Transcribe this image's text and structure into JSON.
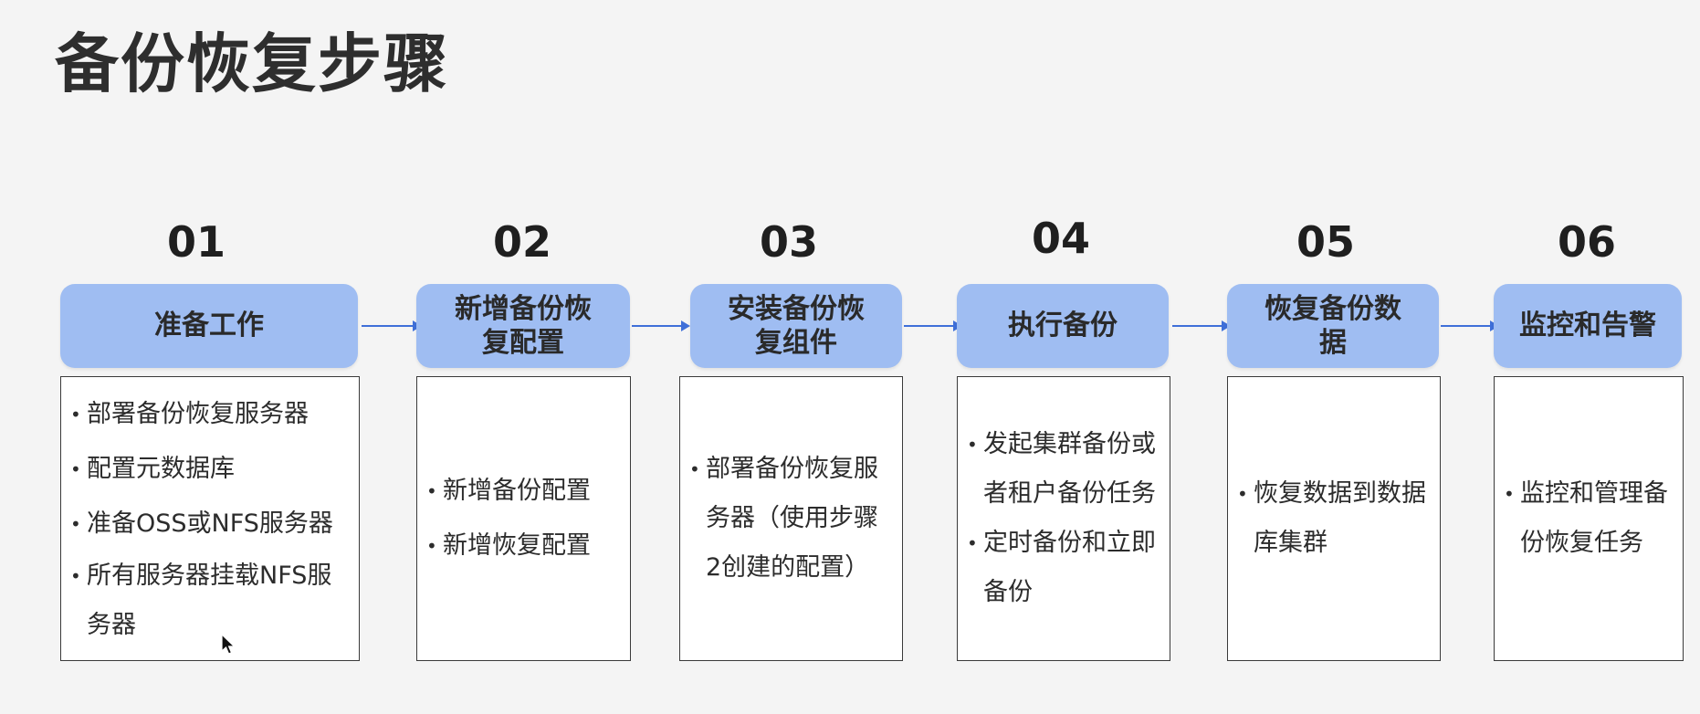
{
  "title": "备份恢复步骤",
  "steps": [
    {
      "number": "01",
      "header_lines": [
        "准备工作"
      ],
      "items": [
        "部署备份恢复服务器",
        "配置元数据库",
        "准备OSS或NFS服务器",
        "所有服务器挂载NFS服务器"
      ]
    },
    {
      "number": "02",
      "header_lines": [
        "新增备份恢",
        "复配置"
      ],
      "items": [
        "新增备份配置",
        "新增恢复配置"
      ]
    },
    {
      "number": "03",
      "header_lines": [
        "安装备份恢",
        "复组件"
      ],
      "items": [
        "部署备份恢复服务器（使用步骤2创建的配置）"
      ]
    },
    {
      "number": "04",
      "header_lines": [
        "执行备份"
      ],
      "items": [
        "发起集群备份或者租户备份任务",
        "定时备份和立即备份"
      ]
    },
    {
      "number": "05",
      "header_lines": [
        "恢复备份数",
        "据"
      ],
      "items": [
        "恢复数据到数据库集群"
      ]
    },
    {
      "number": "06",
      "header_lines": [
        "监控和告警"
      ],
      "items": [
        "监控和管理备份恢复任务"
      ]
    }
  ],
  "colors": {
    "header_fill": "#9fbdf2",
    "arrow": "#3f6fd8",
    "border": "#3a3a3a"
  }
}
